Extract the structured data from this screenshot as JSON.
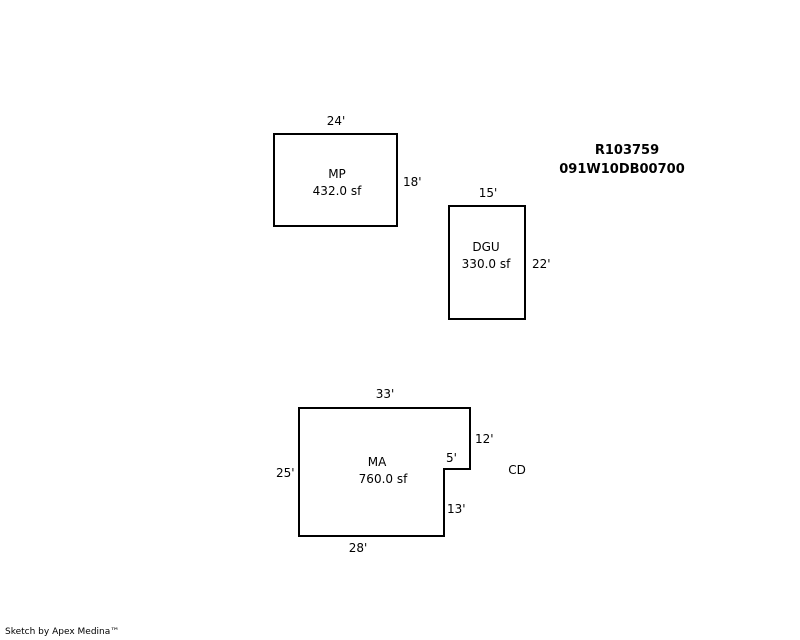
{
  "parcel": {
    "account": "R103759",
    "map_number": "091W10DB00700"
  },
  "areas": {
    "mp": {
      "code": "MP",
      "area": "432.0 sf",
      "width": "24'",
      "depth": "18'"
    },
    "dgu": {
      "code": "DGU",
      "area": "330.0 sf",
      "width": "15'",
      "depth": "22'"
    },
    "ma": {
      "code": "MA",
      "area": "760.0 sf",
      "top": "33'",
      "left": "25'",
      "bottom": "28'",
      "right_upper": "12'",
      "notch": "5'",
      "right_lower": "13'"
    },
    "cd": {
      "code": "CD"
    }
  },
  "footer": {
    "credit": "Sketch by Apex Medina™"
  }
}
